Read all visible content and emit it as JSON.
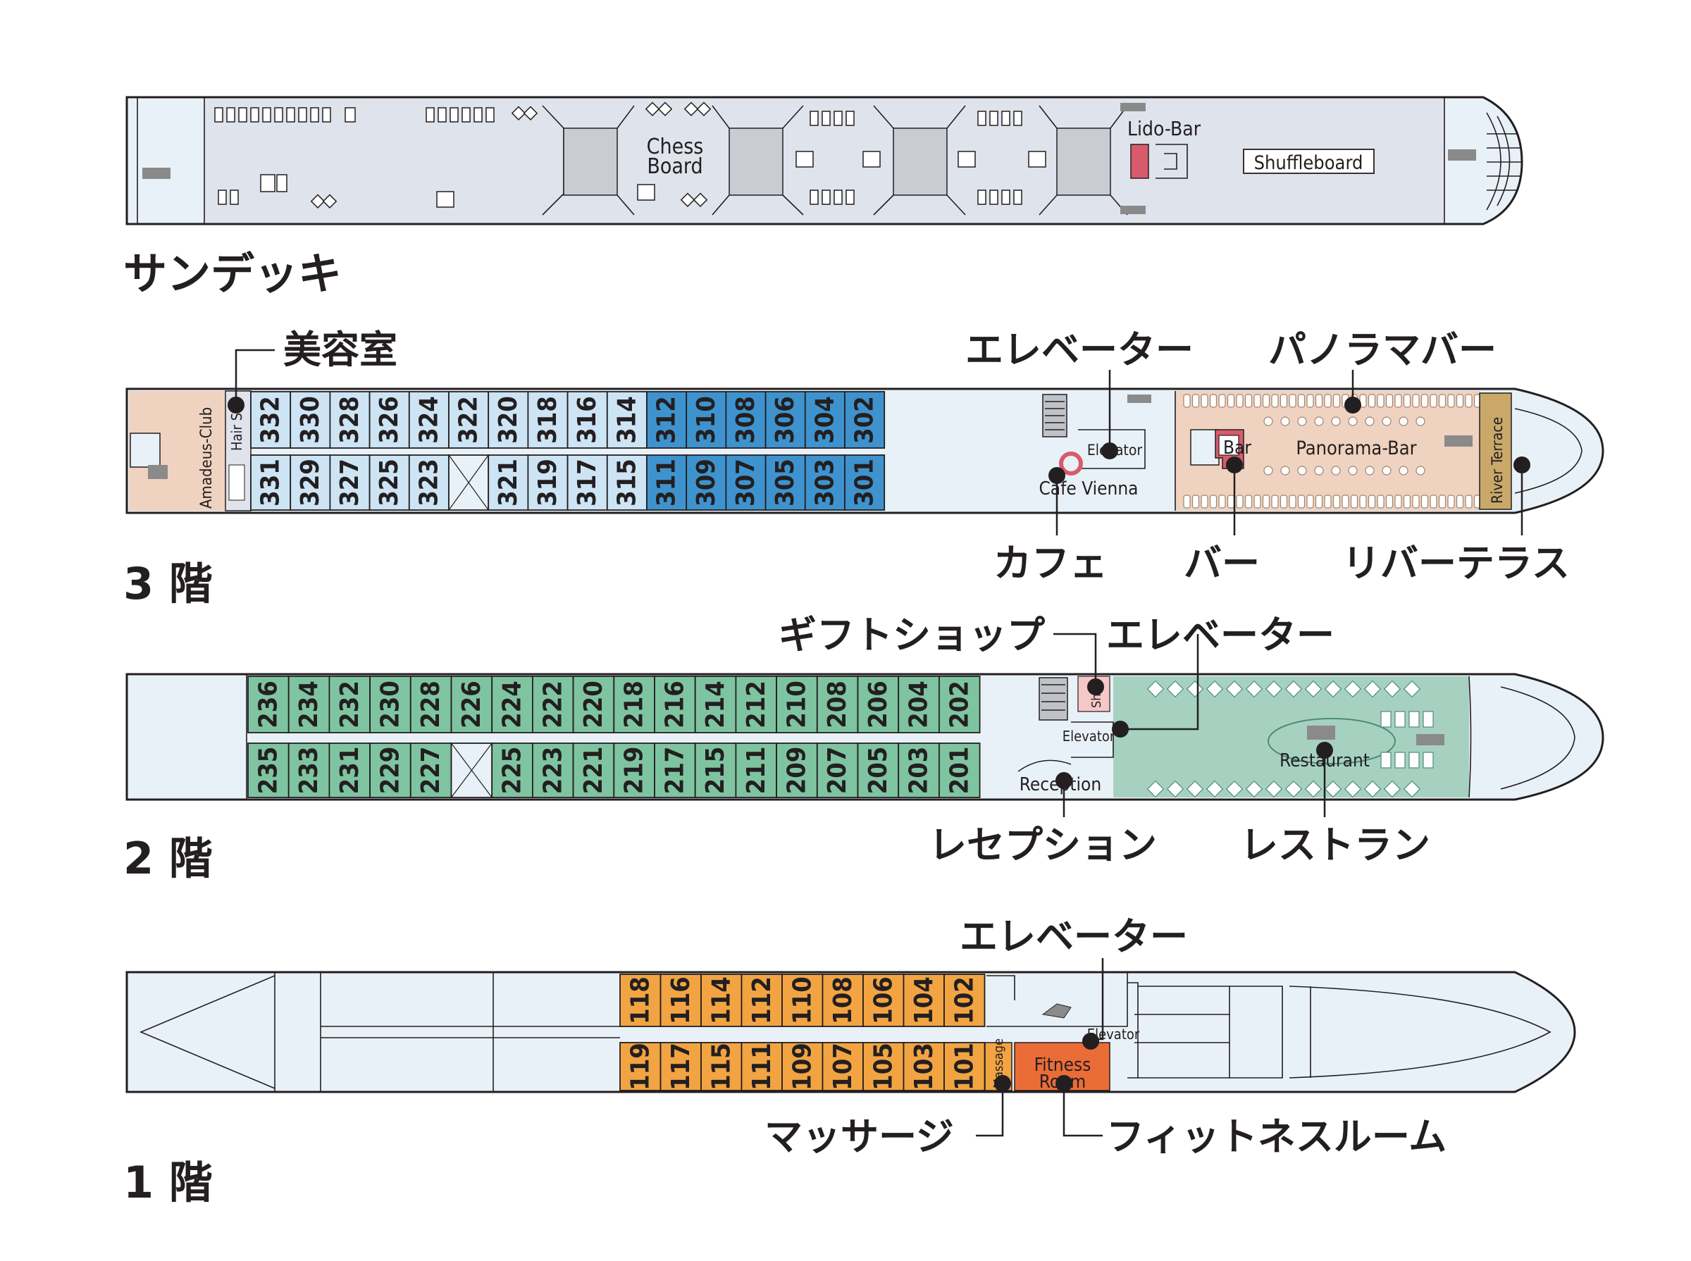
{
  "colors": {
    "hull": "#e9f1f8",
    "deck_grey": "#dfe3ec",
    "deck3_standard": "#cde4f4",
    "deck3_suite": "#3e93cf",
    "deck3_lounge": "#efd2bf",
    "deck2_cabin": "#7fc4a1",
    "deck2_restaurant": "#a6d1c1",
    "deck1_cabin": "#f2a443",
    "fitness": "#ea6c36",
    "bar_red": "#d85b6c",
    "shop_pink": "#f6c7c7",
    "terrace": "#c9a86a"
  },
  "sun_deck": {
    "title": "サンデッキ",
    "places": {
      "chess": "Chess\nBoard",
      "chess_line1": "Chess",
      "chess_line2": "Board",
      "lido": "Lido-Bar",
      "shuffle": "Shuffleboard"
    }
  },
  "deck3": {
    "title": "3 階",
    "top_row": [
      "332",
      "330",
      "328",
      "326",
      "324",
      "322",
      "320",
      "318",
      "316",
      "314",
      "312",
      "310",
      "308",
      "306",
      "304",
      "302"
    ],
    "bottom_row": [
      "331",
      "329",
      "327",
      "325",
      "323",
      "",
      "321",
      "319",
      "317",
      "315",
      "311",
      "309",
      "307",
      "305",
      "303",
      "301"
    ],
    "places": {
      "amadeus": "Amadeus-Club",
      "hair": "Hair Sa",
      "elevator": "Elevator",
      "cafe": "Cafe Vienna",
      "bar": "Bar",
      "panorama": "Panorama-Bar",
      "river": "River Terrace"
    },
    "callouts": {
      "beauty": "美容室",
      "elevator": "エレベーター",
      "panorama": "パノラマバー",
      "cafe": "カフェ",
      "bar": "バー",
      "terrace": "リバーテラス"
    }
  },
  "deck2": {
    "title": "2 階",
    "top_row": [
      "236",
      "234",
      "232",
      "230",
      "228",
      "226",
      "224",
      "222",
      "220",
      "218",
      "216",
      "214",
      "212",
      "210",
      "208",
      "206",
      "204",
      "202"
    ],
    "bottom_row": [
      "235",
      "233",
      "231",
      "229",
      "227",
      "",
      "225",
      "223",
      "221",
      "219",
      "217",
      "215",
      "211",
      "209",
      "207",
      "205",
      "203",
      "201"
    ],
    "places": {
      "shop": "Sh",
      "elevator": "Elevator",
      "reception": "Reception",
      "restaurant": "Restaurant"
    },
    "callouts": {
      "gift": "ギフトショップ",
      "elevator": "エレベーター",
      "reception": "レセプション",
      "restaurant": "レストラン"
    }
  },
  "deck1": {
    "title": "1 階",
    "top_row": [
      "118",
      "116",
      "114",
      "112",
      "110",
      "108",
      "106",
      "104",
      "102"
    ],
    "bottom_row": [
      "119",
      "117",
      "115",
      "111",
      "109",
      "107",
      "105",
      "103",
      "101"
    ],
    "places": {
      "massage": "Massage",
      "elevator": "Elevator",
      "fitness_line1": "Fitness",
      "fitness_line2": "Room"
    },
    "callouts": {
      "elevator": "エレベーター",
      "massage": "マッサージ",
      "fitness": "フィットネスルーム"
    }
  }
}
